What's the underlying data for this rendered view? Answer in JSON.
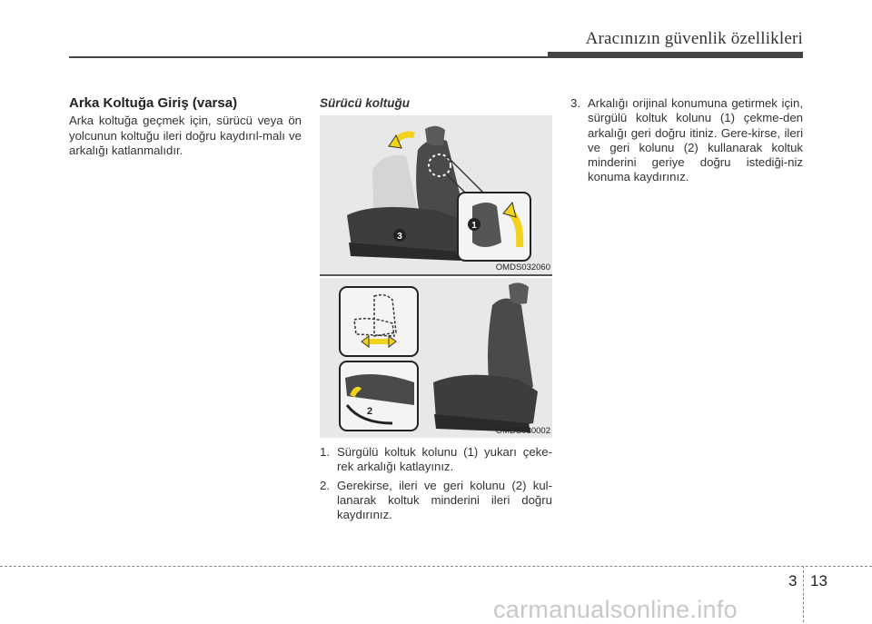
{
  "header": {
    "title": "Aracınızın güvenlik özellikleri"
  },
  "col1": {
    "heading": "Arka Koltuğa Giriş (varsa)",
    "body": "Arka koltuğa geçmek için, sürücü veya ön yolcunun koltuğu ileri doğru kaydırıl-malı ve arkalığı katlanmalıdır."
  },
  "col2": {
    "subheading": "Sürücü koltuğu",
    "figure1_code": "OMDS032060",
    "figure2_code": "OMDS030002",
    "figure1_labels": [
      "1",
      "3"
    ],
    "figure2_labels": [
      "2"
    ],
    "steps": [
      {
        "num": "1.",
        "text": "Sürgülü koltuk kolunu (1) yukarı çeke-rek arkalığı katlayınız."
      },
      {
        "num": "2.",
        "text": "Gerekirse, ileri ve geri kolunu (2) kul-lanarak koltuk minderini ileri doğru kaydırınız."
      }
    ]
  },
  "col3": {
    "steps": [
      {
        "num": "3.",
        "text": "Arkalığı orijinal konumuna getirmek için, sürgülü koltuk kolunu (1) çekme-den arkalığı geri doğru itiniz. Gere-kirse, ileri ve geri kolunu (2) kullanarak koltuk minderini geriye doğru istediği-niz konuma kaydırınız."
      }
    ]
  },
  "footer": {
    "chapter": "3",
    "page": "13"
  },
  "watermark": "carmanualsonline.info",
  "colors": {
    "arrow_yellow": "#f2d21b",
    "seat_dark": "#3d3d3d",
    "figure_bg": "#e8e8e8"
  }
}
